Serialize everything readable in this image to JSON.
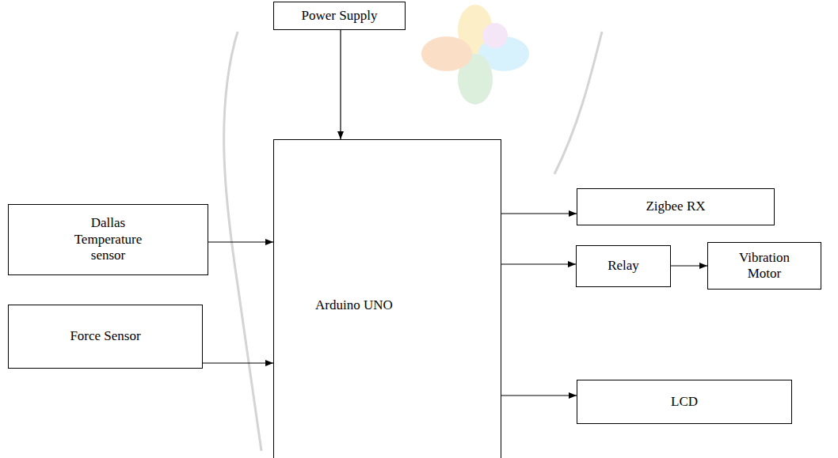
{
  "diagram": {
    "nodes": [
      {
        "text": [
          "Power Supply"
        ]
      },
      {
        "text": [
          "Arduino UNO"
        ]
      },
      {
        "text": [
          "Dallas Temperature sensor"
        ]
      },
      {
        "text": [
          "Force Sensor"
        ]
      },
      {
        "text": [
          "Zigbee RX"
        ]
      },
      {
        "text": [
          "Relay"
        ]
      },
      {
        "text": [
          "Vibration Motor"
        ]
      },
      {
        "text": [
          "LCD"
        ]
      }
    ],
    "edges": [
      {
        "from": 0,
        "to": 1,
        "arrow": "to"
      },
      {
        "from": 2,
        "to": 1,
        "arrow": "to"
      },
      {
        "from": 3,
        "to": 1,
        "arrow": "to"
      },
      {
        "from": 1,
        "to": 4,
        "arrow": "to"
      },
      {
        "from": 1,
        "to": 5,
        "arrow": "to"
      },
      {
        "from": 5,
        "to": 6,
        "arrow": "to"
      },
      {
        "from": 1,
        "to": 7,
        "arrow": "to"
      }
    ]
  }
}
